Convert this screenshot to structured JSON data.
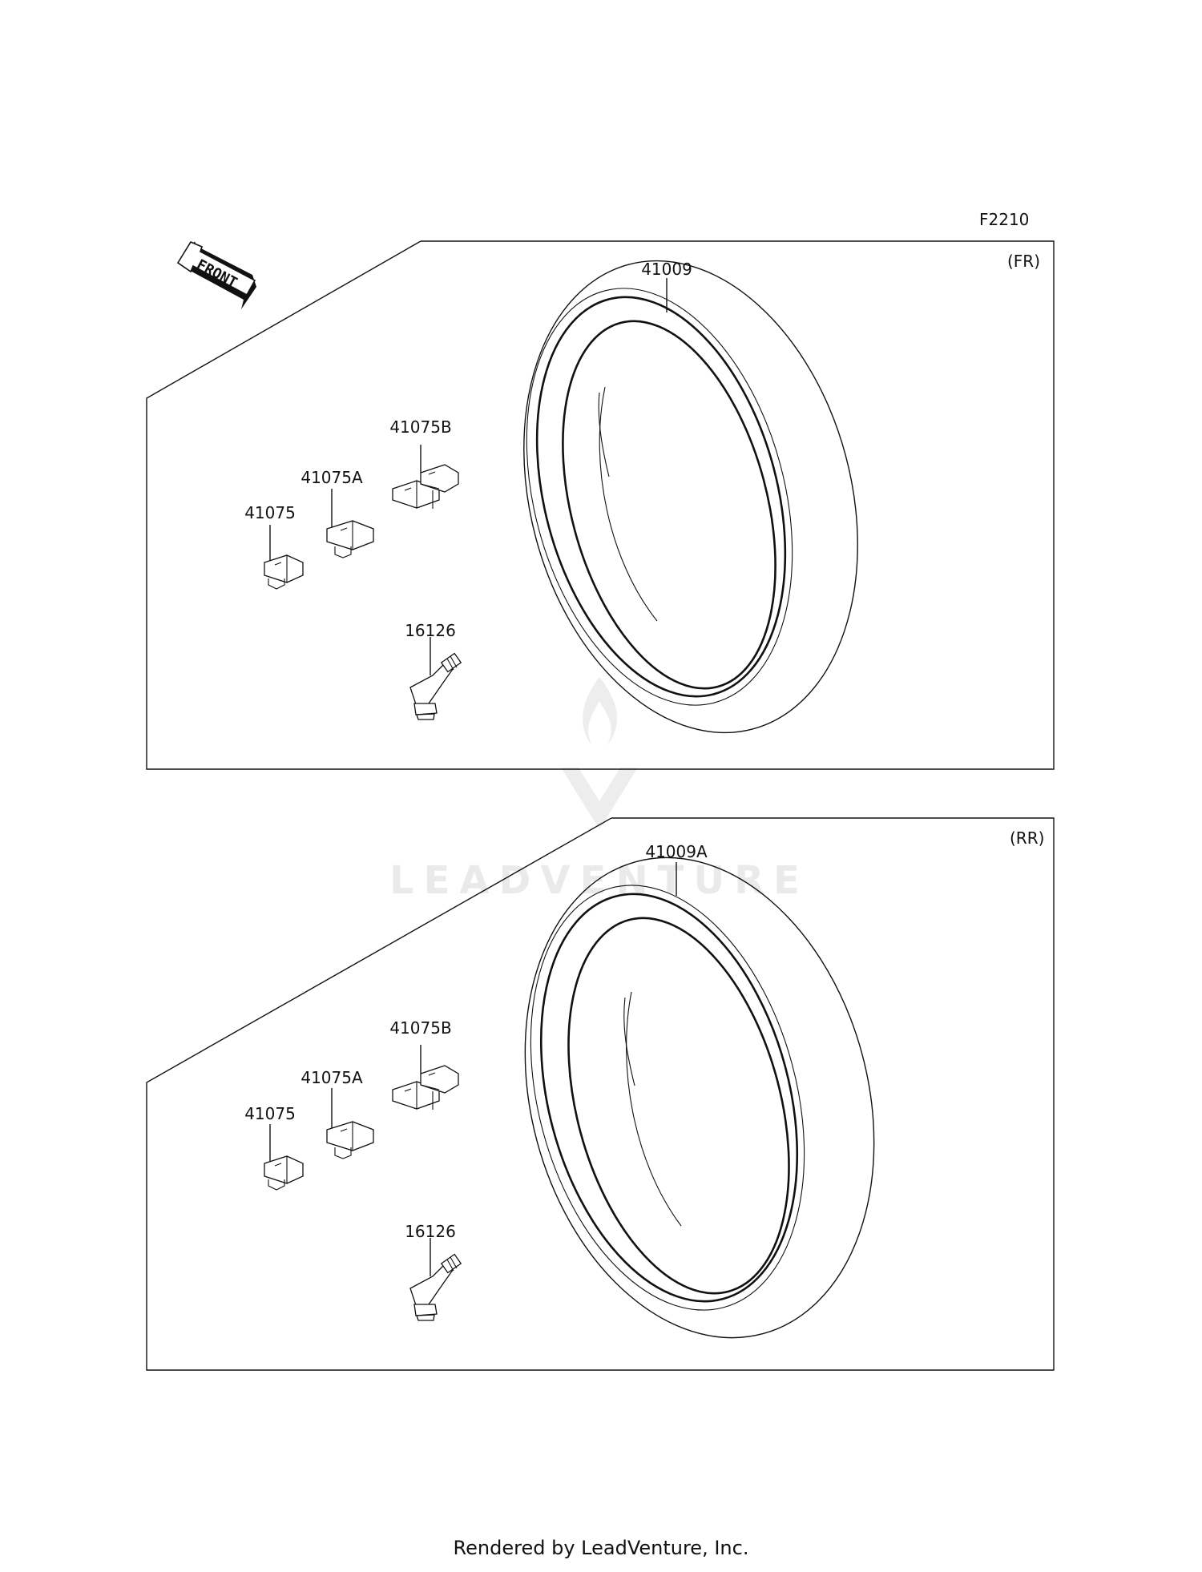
{
  "diagram_code": "F2210",
  "front_arrow_label": "FRONT",
  "watermark": "LEADVENTURE",
  "footer": "Rendered by LeadVenture, Inc.",
  "panels": [
    {
      "position": "(FR)",
      "tire": "41009",
      "weight": "41075",
      "weight_a": "41075A",
      "weight_b": "41075B",
      "valve": "16126"
    },
    {
      "position": "(RR)",
      "tire": "41009A",
      "weight": "41075",
      "weight_a": "41075A",
      "weight_b": "41075B",
      "valve": "16126"
    }
  ]
}
